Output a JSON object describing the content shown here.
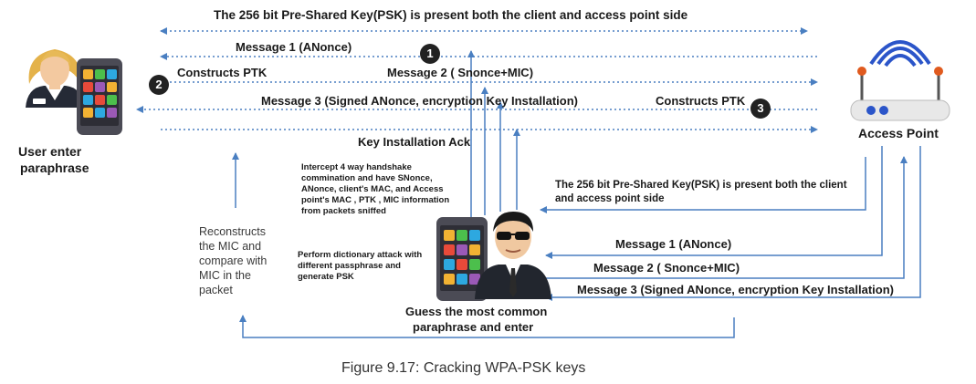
{
  "header": {
    "psk_top": "The 256 bit Pre-Shared Key(PSK) is present both the client and access point side"
  },
  "flow_top": {
    "message1": "Message 1 (ANonce)",
    "message2": "Message 2 ( Snonce+MIC)",
    "constructs_ptk_client": "Constructs PTK",
    "message3": "Message 3 (Signed ANonce, encryption Key Installation)",
    "constructs_ptk_ap": "Constructs PTK",
    "key_install_ack": "Key Installation  Ack"
  },
  "badges": {
    "b1": "1",
    "b2": "2",
    "b3": "3"
  },
  "client": {
    "label_line1": "User enter",
    "label_line2": "paraphrase"
  },
  "access_point": {
    "label": "Access Point"
  },
  "attacker": {
    "intercept_note": "Intercept 4 way handshake commination and have SNonce, ANonce, client's MAC, and Access point's MAC , PTK , MIC information from packets sniffed",
    "dictionary_note": "Perform dictionary attack with different passphrase and generate PSK",
    "guess_line1": "Guess the most common",
    "guess_line2": "paraphrase and enter"
  },
  "side_note": {
    "reconstruct": "Reconstructs the MIC and compare with MIC in the packet"
  },
  "flow_bottom": {
    "psk_line1": "The 256 bit Pre-Shared Key(PSK) is present both the client",
    "psk_line2": "and access point side",
    "message1": "Message 1 (ANonce)",
    "message2": "Message 2 ( Snonce+MIC)",
    "message3": "Message 3 (Signed ANonce, encryption Key Installation)"
  },
  "caption": "Figure 9.17: Cracking WPA-PSK keys",
  "colors": {
    "arrow": "#4a7fc1",
    "text": "#1a1a1a",
    "badge": "#222222",
    "router_body": "#e8e8e8",
    "router_antenna": "#e05a1e",
    "router_signal": "#2b55c9",
    "phone_body": "#4b4b55"
  },
  "icons": [
    "user-avatar-icon",
    "phone-icon",
    "router-icon",
    "hacker-avatar-icon"
  ]
}
